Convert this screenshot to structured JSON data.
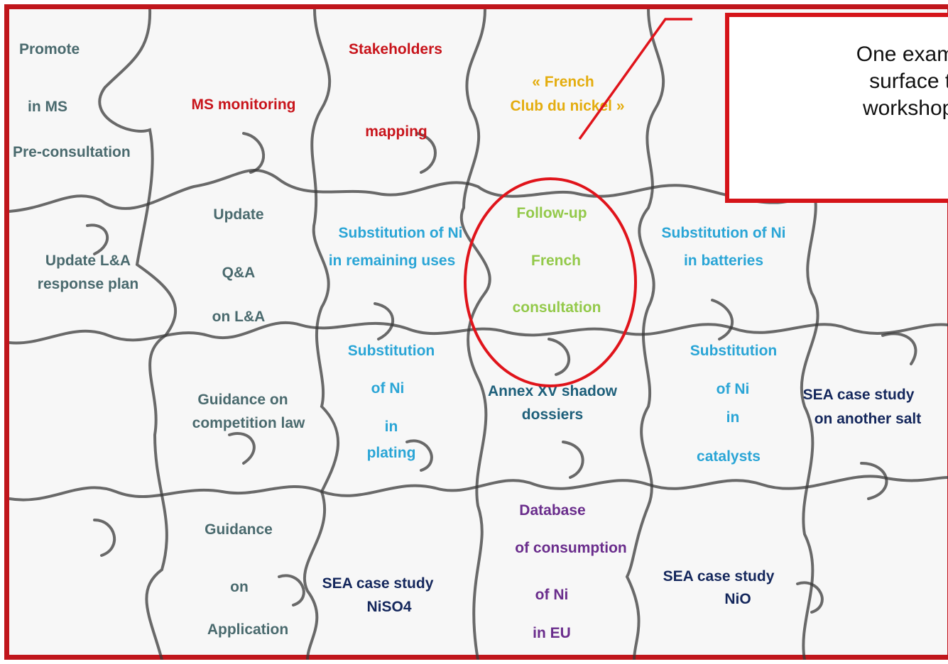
{
  "pieces": [
    {
      "id": "promote",
      "text": "Promote",
      "color": "slate"
    },
    {
      "id": "in-ms",
      "text": "in MS",
      "color": "slate"
    },
    {
      "id": "pre-consultation",
      "text": "Pre-consultation",
      "color": "slate"
    },
    {
      "id": "stakeholders",
      "text": "Stakeholders",
      "color": "red"
    },
    {
      "id": "ms-monitoring",
      "text": "MS monitoring",
      "color": "red"
    },
    {
      "id": "mapping",
      "text": "mapping",
      "color": "red"
    },
    {
      "id": "french-club-1",
      "text": "« French",
      "color": "gold"
    },
    {
      "id": "french-club-2",
      "text": "Club du nickel »",
      "color": "gold"
    },
    {
      "id": "update",
      "text": "Update",
      "color": "slate"
    },
    {
      "id": "qa",
      "text": "Q&A",
      "color": "slate"
    },
    {
      "id": "on-la",
      "text": "on L&A",
      "color": "slate"
    },
    {
      "id": "update-la",
      "text": "Update L&A",
      "color": "slate"
    },
    {
      "id": "response-plan",
      "text": "response plan",
      "color": "slate"
    },
    {
      "id": "subst-ni-1",
      "text": "Substitution of Ni",
      "color": "cyan"
    },
    {
      "id": "remaining-uses",
      "text": "in remaining uses",
      "color": "cyan"
    },
    {
      "id": "follow-up",
      "text": "Follow-up",
      "color": "green"
    },
    {
      "id": "french",
      "text": "French",
      "color": "green"
    },
    {
      "id": "consultation",
      "text": "consultation",
      "color": "green"
    },
    {
      "id": "subst-ni-2",
      "text": "Substitution of Ni",
      "color": "cyan"
    },
    {
      "id": "in-batteries",
      "text": "in batteries",
      "color": "cyan"
    },
    {
      "id": "substitution-a",
      "text": "Substitution",
      "color": "cyan"
    },
    {
      "id": "of-ni-a",
      "text": "of Ni",
      "color": "cyan"
    },
    {
      "id": "in-a",
      "text": "in",
      "color": "cyan"
    },
    {
      "id": "plating",
      "text": "plating",
      "color": "cyan"
    },
    {
      "id": "annex-xv",
      "text": "Annex XV shadow",
      "color": "teal"
    },
    {
      "id": "dossiers",
      "text": "dossiers",
      "color": "teal"
    },
    {
      "id": "substitution-b",
      "text": "Substitution",
      "color": "cyan"
    },
    {
      "id": "of-ni-b",
      "text": "of Ni",
      "color": "cyan"
    },
    {
      "id": "in-b",
      "text": "in",
      "color": "cyan"
    },
    {
      "id": "catalysts",
      "text": "catalysts",
      "color": "cyan"
    },
    {
      "id": "sea-salt-1",
      "text": "SEA case study",
      "color": "navy"
    },
    {
      "id": "sea-salt-2",
      "text": "on another salt",
      "color": "navy"
    },
    {
      "id": "guidance-competition-1",
      "text": "Guidance on",
      "color": "slate"
    },
    {
      "id": "guidance-competition-2",
      "text": "competition law",
      "color": "slate"
    },
    {
      "id": "guidance",
      "text": "Guidance",
      "color": "slate"
    },
    {
      "id": "on",
      "text": "on",
      "color": "slate"
    },
    {
      "id": "application",
      "text": "Application",
      "color": "slate"
    },
    {
      "id": "sea-niso4-1",
      "text": "SEA case study",
      "color": "navy"
    },
    {
      "id": "sea-niso4-2",
      "text": "NiSO4",
      "color": "navy"
    },
    {
      "id": "database",
      "text": "Database",
      "color": "purple"
    },
    {
      "id": "consumption",
      "text": "of consumption",
      "color": "purple"
    },
    {
      "id": "of-ni-c",
      "text": "of Ni",
      "color": "purple"
    },
    {
      "id": "in-eu",
      "text": "in EU",
      "color": "purple"
    },
    {
      "id": "sea-nio-1",
      "text": "SEA case study",
      "color": "navy"
    },
    {
      "id": "sea-nio-2",
      "text": "NiO",
      "color": "navy"
    }
  ],
  "callout": {
    "lines": [
      "One example",
      "surface tre",
      "workshop in"
    ]
  },
  "colors": {
    "frame": "#c0161c",
    "highlight": "#e0141b",
    "slate": "#4a6a6e",
    "red": "#c8141b",
    "gold": "#e4ad0f",
    "green": "#93c94a",
    "cyan": "#2aa5d6",
    "navy": "#14275c",
    "purple": "#6a2d8c",
    "teal": "#1d5f7a"
  }
}
